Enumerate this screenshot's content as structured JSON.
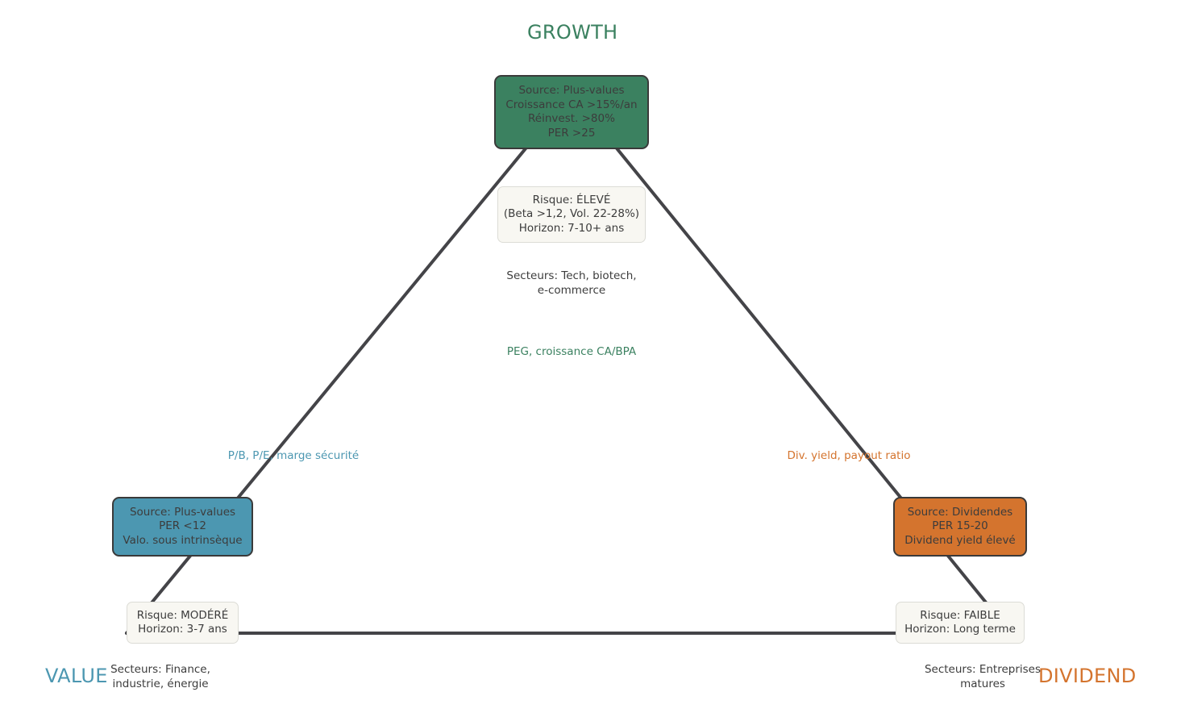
{
  "colors": {
    "growth": "#3b8160",
    "value": "#4c97b1",
    "dividend": "#d4742e",
    "edge": "#444448",
    "note_bg": "#f8f7f2"
  },
  "titles": {
    "growth": "GROWTH",
    "value": "VALUE",
    "dividend": "DIVIDEND"
  },
  "nodes": {
    "growth": [
      "Source: Plus-values",
      "Croissance CA >15%/an",
      "Réinvest. >80%",
      "PER >25"
    ],
    "value": [
      "Source: Plus-values",
      "PER <12",
      "Valo. sous intrinsèque"
    ],
    "dividend": [
      "Source: Dividendes",
      "PER 15-20",
      "Dividend yield élevé"
    ]
  },
  "risk": {
    "growth": [
      "Risque: ÉLEVÉ",
      "(Beta >1,2, Vol. 22-28%)",
      "Horizon: 7-10+ ans"
    ],
    "value": [
      "Risque: MODÉRÉ",
      "Horizon: 3-7 ans"
    ],
    "dividend": [
      "Risque: FAIBLE",
      "Horizon: Long terme"
    ]
  },
  "sectors": {
    "growth": [
      "Secteurs: Tech, biotech,",
      "e-commerce"
    ],
    "value": [
      "Secteurs: Finance,",
      "industrie, énergie"
    ],
    "dividend": [
      "Secteurs: Entreprises",
      "matures"
    ]
  },
  "metrics": {
    "growth": "PEG, croissance CA/BPA",
    "value": "P/B, P/E, marge sécurité",
    "dividend": "Div. yield, payout ratio"
  }
}
